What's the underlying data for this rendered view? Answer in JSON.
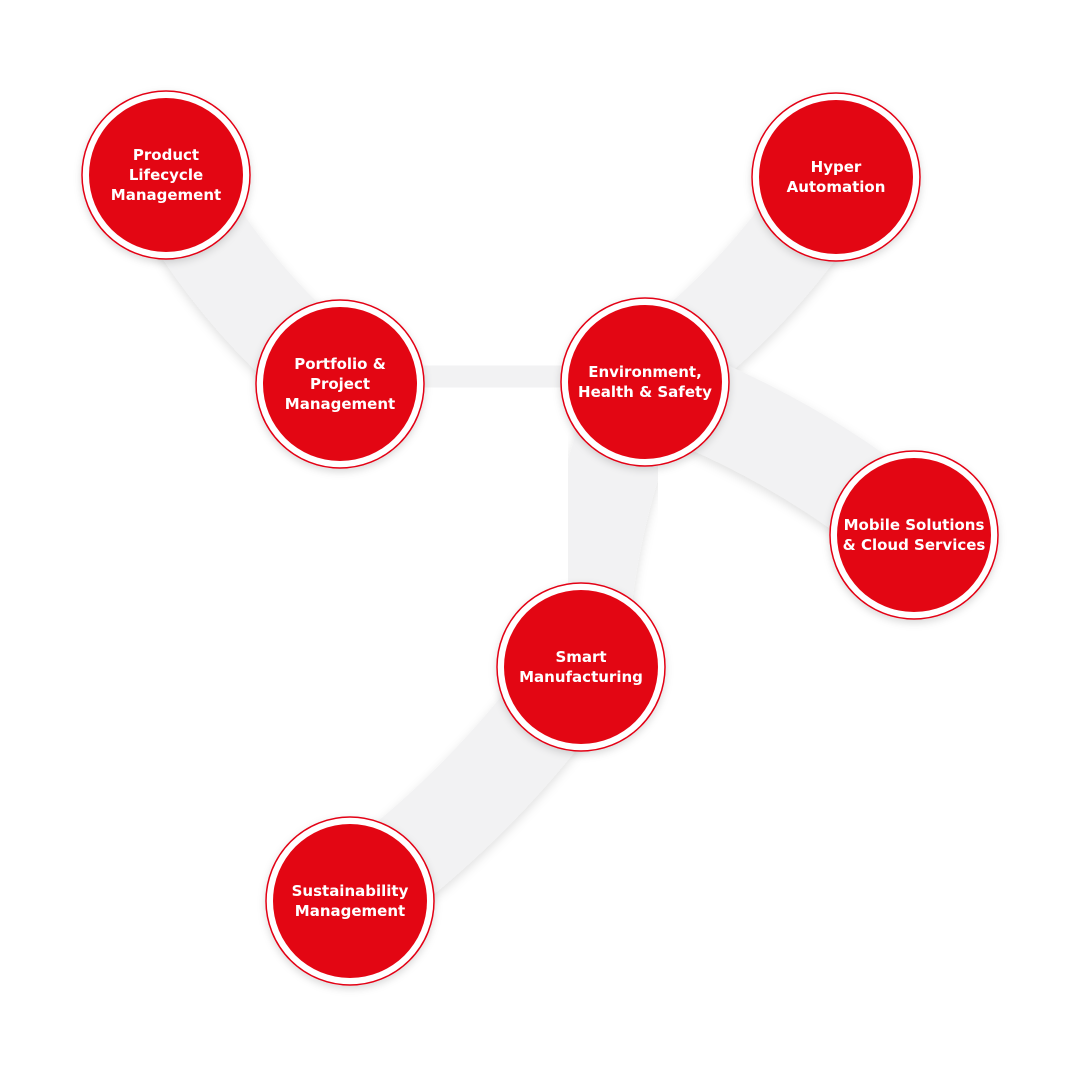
{
  "colors": {
    "node_fill": "#e30613",
    "node_ring": "#ffffff",
    "node_outline": "#e30613",
    "connector": "#f2f2f3",
    "label": "#ffffff"
  },
  "nodes": [
    {
      "id": "product-lifecycle-management",
      "label_lines": [
        "Product",
        "Lifecycle",
        "Management"
      ]
    },
    {
      "id": "hyper-automation",
      "label_lines": [
        "Hyper",
        "Automation"
      ]
    },
    {
      "id": "portfolio-project-management",
      "label_lines": [
        "Portfolio &",
        "Project",
        "Management"
      ]
    },
    {
      "id": "environment-health-safety",
      "label_lines": [
        "Environment,",
        "Health & Safety"
      ]
    },
    {
      "id": "mobile-solutions-cloud-services",
      "label_lines": [
        "Mobile Solutions",
        "& Cloud Services"
      ]
    },
    {
      "id": "smart-manufacturing",
      "label_lines": [
        "Smart",
        "Manufacturing"
      ]
    },
    {
      "id": "sustainability-management",
      "label_lines": [
        "Sustainability",
        "Management"
      ]
    }
  ],
  "connections": [
    [
      "product-lifecycle-management",
      "portfolio-project-management"
    ],
    [
      "portfolio-project-management",
      "environment-health-safety"
    ],
    [
      "environment-health-safety",
      "hyper-automation"
    ],
    [
      "environment-health-safety",
      "mobile-solutions-cloud-services"
    ],
    [
      "environment-health-safety",
      "smart-manufacturing"
    ],
    [
      "smart-manufacturing",
      "sustainability-management"
    ]
  ]
}
